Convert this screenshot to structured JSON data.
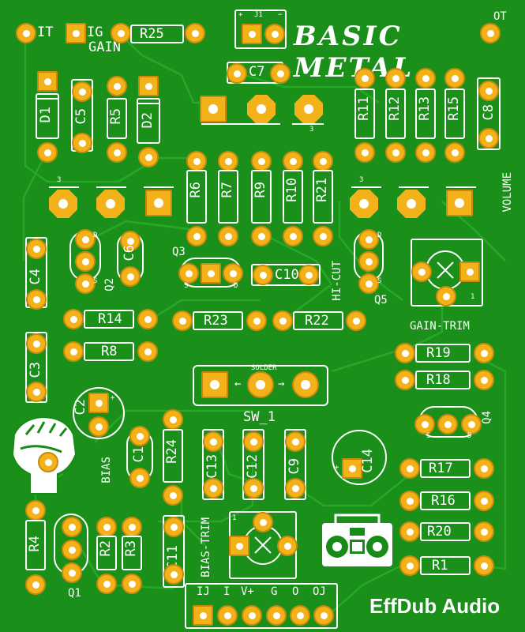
{
  "board": {
    "title": "BASIC METAL",
    "brand": "EffDub Audio",
    "colors": {
      "board": "#1a8f1a",
      "pad": "#f3b21a",
      "silk": "#ffffff"
    }
  },
  "io": {
    "in": "IT",
    "ig": "IG",
    "gain": "GAIN",
    "out": "OT",
    "volume": "VOLUME",
    "hicut": "HI-CUT",
    "bias": "BIAS",
    "gain_trim": "GAIN-TRIM",
    "bias_trim": "BIAS-TRIM",
    "sw": "SW_1",
    "solder": "SOLDER"
  },
  "jack": {
    "label": "J1",
    "plus": "+",
    "minus": "−"
  },
  "header": {
    "labels": [
      "IJ",
      "I",
      "V+",
      "G",
      "O",
      "OJ"
    ]
  },
  "resistors": {
    "r25": "R25",
    "r5": "R5",
    "r6": "R6",
    "r7": "R7",
    "r9": "R9",
    "r10": "R10",
    "r21": "R21",
    "r11": "R11",
    "r12": "R12",
    "r13": "R13",
    "r15": "R15",
    "r14": "R14",
    "r8": "R8",
    "r23": "R23",
    "r22": "R22",
    "r19": "R19",
    "r18": "R18",
    "r24": "R24",
    "r17": "R17",
    "r16": "R16",
    "r20": "R20",
    "r1": "R1",
    "r4": "R4",
    "r2": "R2",
    "r3": "R3"
  },
  "caps": {
    "c7": "C7",
    "c5": "C5",
    "c8": "C8",
    "c6": "C6",
    "c4": "C4",
    "c10": "C10",
    "c3": "C3",
    "c2": "C2",
    "c1": "C1",
    "c13": "C13",
    "c12": "C12",
    "c9": "C9",
    "c14": "C14",
    "c11": "C11"
  },
  "diodes": {
    "d1": "D1",
    "d2": "D2"
  },
  "transistors": {
    "q1": "Q1",
    "q2": "Q2",
    "q3": "Q3",
    "q4": "Q4",
    "q5": "Q5"
  },
  "pins": {
    "p3a": "3",
    "p3b": "3",
    "p3c": "3",
    "p1a": "1",
    "p1b": "1",
    "d": "D",
    "s": "S",
    "plus": "+"
  }
}
